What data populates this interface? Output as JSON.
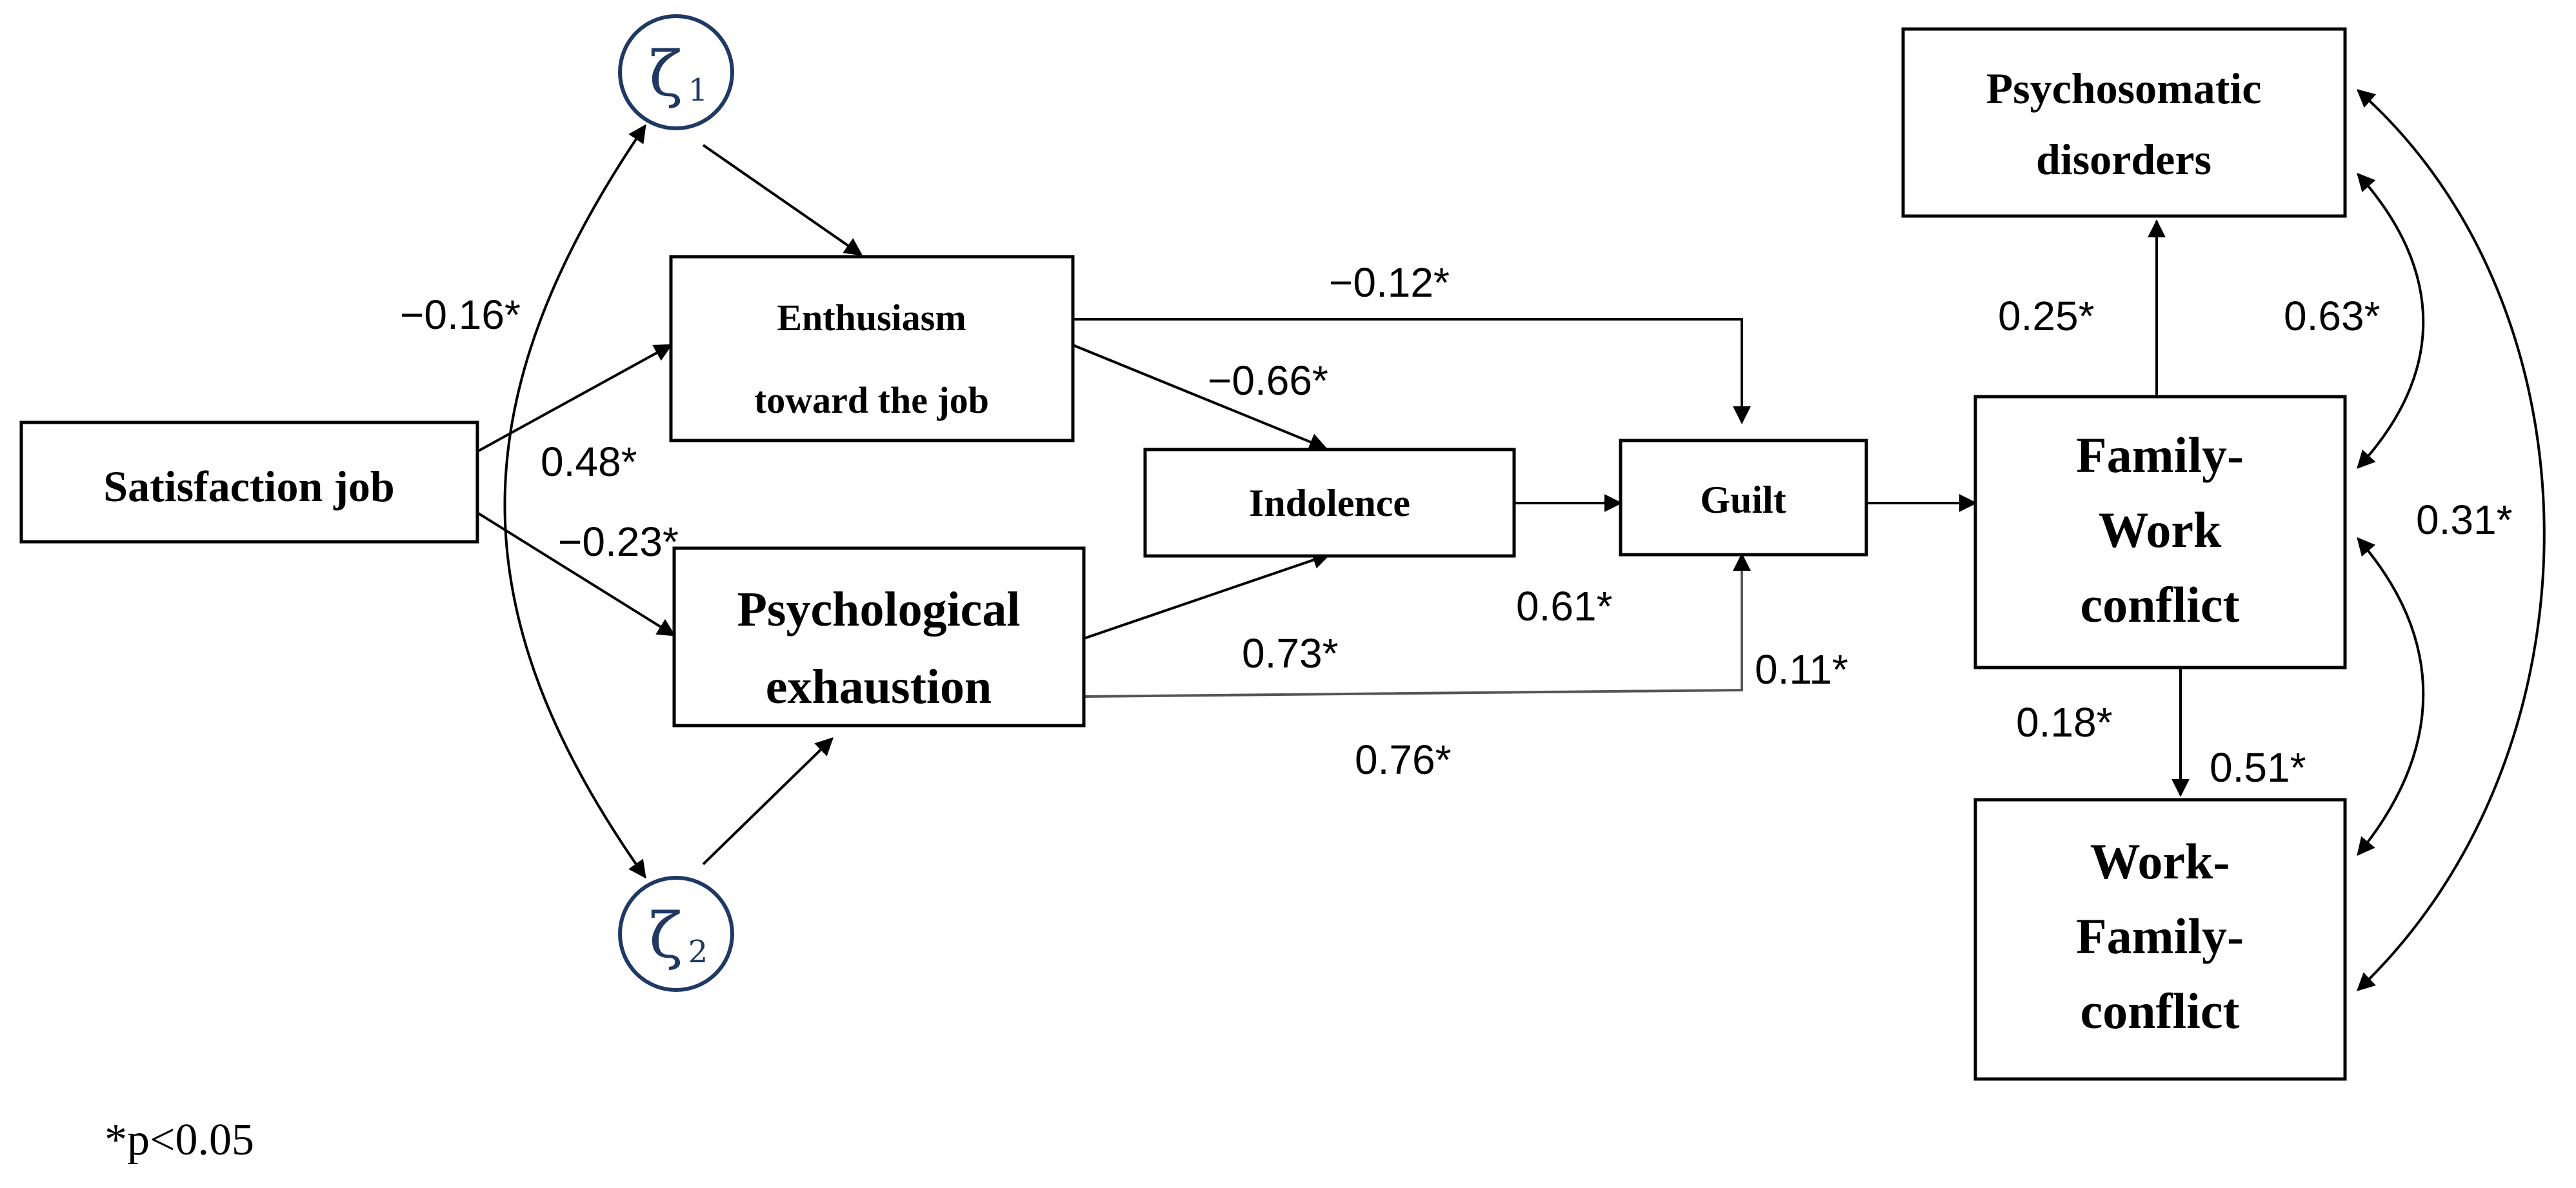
{
  "nodes": {
    "satisfaction": {
      "label": "Satisfaction job"
    },
    "enthusiasm": {
      "lines": [
        "Enthusiasm",
        "toward the job"
      ]
    },
    "exhaustion": {
      "lines": [
        "Psychological",
        "exhaustion"
      ]
    },
    "indolence": {
      "label": "Indolence"
    },
    "guilt": {
      "label": "Guilt"
    },
    "psychosomatic": {
      "lines": [
        "Psychosomatic",
        "disorders"
      ]
    },
    "fwc": {
      "lines": [
        "Family-",
        "Work",
        "conflict"
      ]
    },
    "wfc": {
      "lines": [
        "Work-",
        "Family-",
        "conflict"
      ]
    }
  },
  "latents": {
    "zeta1": {
      "symbol": "ζ",
      "subscript": "1"
    },
    "zeta2": {
      "symbol": "ζ",
      "subscript": "2"
    }
  },
  "coefficients": {
    "zeta_cov": "−0.16*",
    "sat_enth": "0.48*",
    "sat_exh": "−0.23*",
    "enth_guilt": "−0.12*",
    "enth_indol": "−0.66*",
    "exh_indol": "0.73*",
    "indol_guilt": "0.61*",
    "exh_guilt_a": "0.11*",
    "exh_guilt_b": "0.76*",
    "fwc_psych": "0.25*",
    "psych_fwc_cov": "0.63*",
    "psych_wfc_cov": "0.31*",
    "fwc_wfc": "0.18*",
    "fwc_wfc_cov": "0.51*"
  },
  "note": "*p<0.05"
}
